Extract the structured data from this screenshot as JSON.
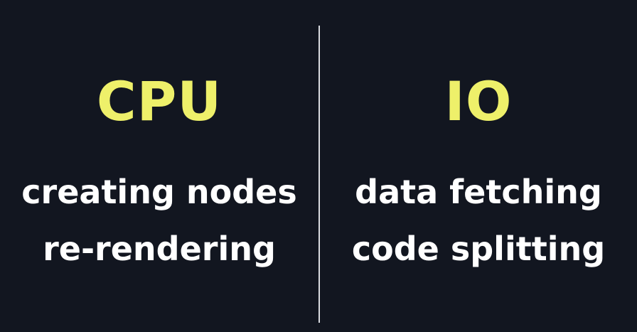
{
  "colors": {
    "background": "#121620",
    "heading": "#eef06a",
    "text": "#ffffff",
    "divider": "#d9dbe0"
  },
  "left": {
    "heading": "CPU",
    "items": [
      "creating nodes",
      "re-rendering"
    ]
  },
  "right": {
    "heading": "IO",
    "items": [
      "data fetching",
      "code splitting"
    ]
  }
}
